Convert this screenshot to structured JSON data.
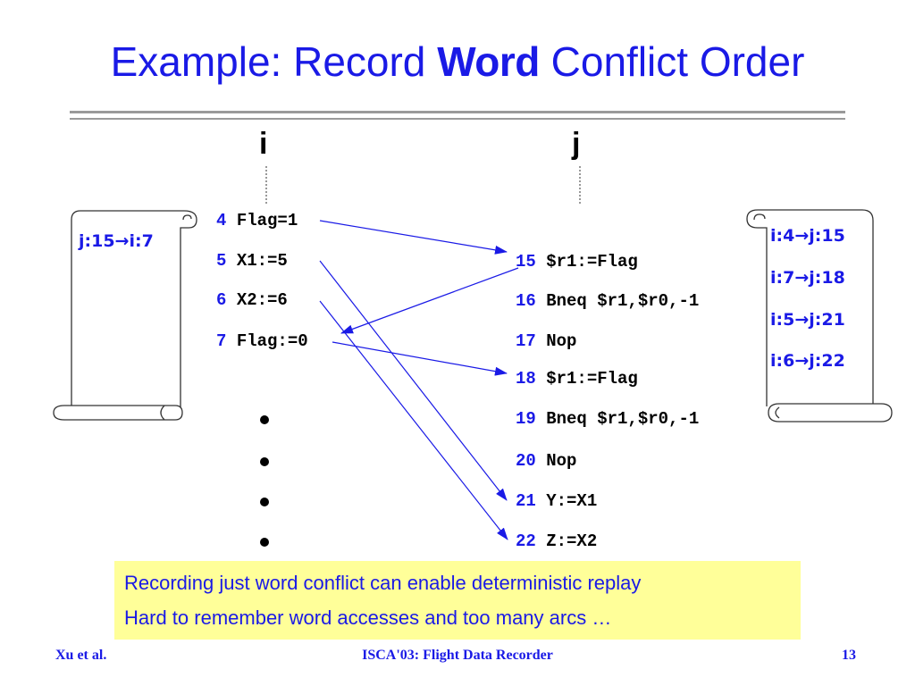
{
  "slide": {
    "title_pre": "Example: Record ",
    "title_em": "Word",
    "title_post": " Conflict Order"
  },
  "threads": {
    "i": "i",
    "j": "j"
  },
  "thread_i": [
    {
      "num": "4",
      "code": "Flag=1"
    },
    {
      "num": "5",
      "code": "X1:=5"
    },
    {
      "num": "6",
      "code": "X2:=6"
    },
    {
      "num": "7",
      "code": "Flag:=0"
    }
  ],
  "thread_j": [
    {
      "num": "15",
      "code": "$r1:=Flag"
    },
    {
      "num": "16",
      "code": "Bneq $r1,$r0,-1"
    },
    {
      "num": "17",
      "code": "Nop"
    },
    {
      "num": "18",
      "code": "$r1:=Flag"
    },
    {
      "num": "19",
      "code": "Bneq $r1,$r0,-1"
    },
    {
      "num": "20",
      "code": "Nop"
    },
    {
      "num": "21",
      "code": "Y:=X1"
    },
    {
      "num": "22",
      "code": "Z:=X2"
    }
  ],
  "logs": {
    "left": [
      "j:15→i:7"
    ],
    "right": [
      "i:4→j:15",
      "i:7→j:18",
      "i:5→j:21",
      "i:6→j:22"
    ]
  },
  "arcs": [
    {
      "from": "4",
      "to": "15"
    },
    {
      "from": "15",
      "to": "7"
    },
    {
      "from": "7",
      "to": "18"
    },
    {
      "from": "5",
      "to": "21"
    },
    {
      "from": "6",
      "to": "22"
    }
  ],
  "note": {
    "line1": "Recording just word conflict can enable deterministic replay",
    "line2": "Hard to remember word accesses and too many arcs …"
  },
  "footer": {
    "authors": "Xu et al.",
    "venue": "ISCA'03: Flight Data Recorder",
    "page": "13"
  },
  "colors": {
    "accent": "#1a1ae6",
    "note_bg": "#ffff99",
    "rule": "#9a9a9a"
  }
}
